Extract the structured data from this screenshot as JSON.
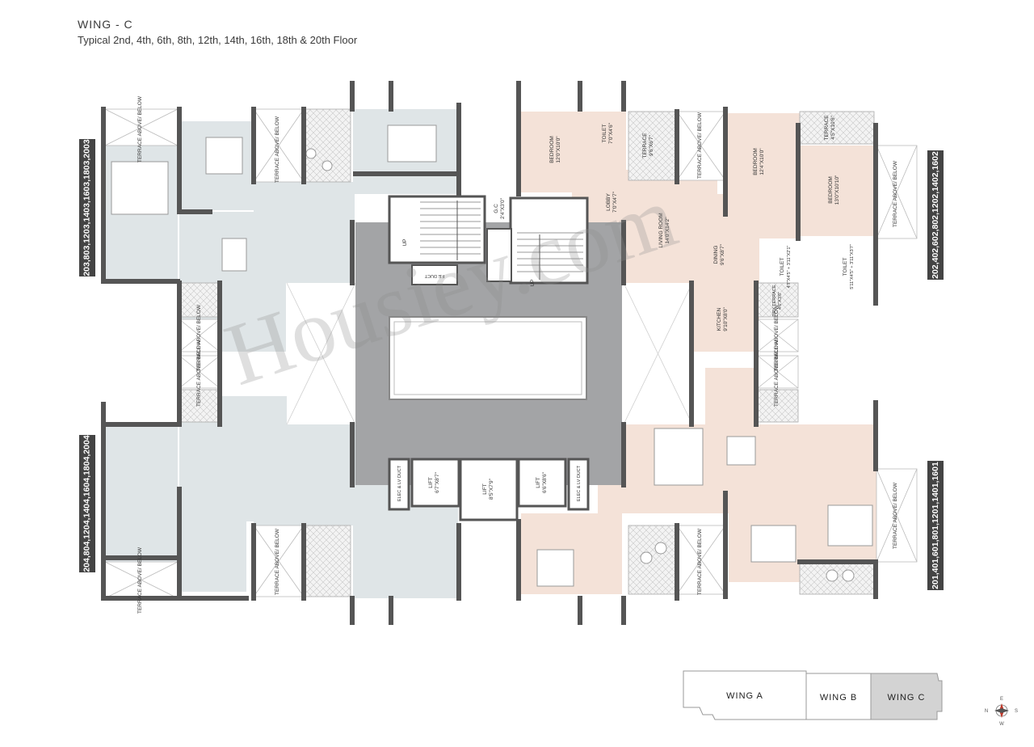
{
  "header": {
    "wing_title": "WING - C",
    "floors": "Typical 2nd, 4th, 6th, 8th, 12th, 14th, 16th, 18th & 20th Floor"
  },
  "unit_labels": {
    "top_left": "203,803,1203,1403,1603,1803,2003",
    "bottom_left": "204,804,1204,1404,1604,1804,2004",
    "top_right": "202,402,602,802,1202,1402,1602",
    "bottom_right": "201,401,601,801,1201,1401,1601"
  },
  "rooms": {
    "bedroom1": {
      "name": "BEDROOM",
      "size": "12'0\"X10'0\""
    },
    "toilet1": {
      "name": "TOILET",
      "size": "7'0\"X4'6\""
    },
    "terrace_small1": {
      "name": "TERRACE",
      "size": "9'6\"X6'7\""
    },
    "terrace_ab": "TERRACE ABOVE/ BELOW",
    "bedroom2": {
      "name": "BEDROOM",
      "size": "12'4\"X10'0\""
    },
    "terrace_small2": {
      "name": "TERRACE",
      "size": "4'5\"X10'6\""
    },
    "bedroom3": {
      "name": "BEDROOM",
      "size": "13'0\"X10'10\""
    },
    "lobby": {
      "name": "LOBBY",
      "size": "7'0\"X4'7\""
    },
    "living": {
      "name": "LIVING ROOM",
      "size": "14'0\"X14'2\""
    },
    "dining": {
      "name": "DINING",
      "size": "9'6\"X8'7\""
    },
    "toilet2": {
      "name": "TOILET",
      "size": "4'7\"X4'5\" + 3'11\"X2'1\""
    },
    "toilet3": {
      "name": "TOILET",
      "size": "5'11\"X4'5\" + 3'11\"X3'7\""
    },
    "kitchen": {
      "name": "KITCHEN",
      "size": "9'10\"X8'0\""
    },
    "dry_terrace": {
      "name": "DRY TERRACE",
      "size": "4'6\"X3'6\""
    },
    "gc": {
      "name": "G.C",
      "size": "2'4\"X3'0\""
    },
    "up": "UP",
    "fe_duct": "F.E DUCT",
    "elec": "ELEC & LV DUCT",
    "lift1": {
      "name": "LIFT",
      "size": "6'7\"X8'7\""
    },
    "lift2": {
      "name": "LIFT",
      "size": "8'5\"X7'9\""
    },
    "lift3": {
      "name": "LIFT",
      "size": "6'6\"X8'6\""
    }
  },
  "key_plan": {
    "wing_a": "WING A",
    "wing_b": "WING B",
    "wing_c": "WING C"
  },
  "watermark": "Housiey.com",
  "compass": {
    "n": "N",
    "e": "E",
    "s": "S",
    "w": "W"
  },
  "colors": {
    "grey_unit": "#dfe5e7",
    "peach_unit": "#f4e2d8",
    "core": "#a3a4a6",
    "wall": "#555555"
  }
}
